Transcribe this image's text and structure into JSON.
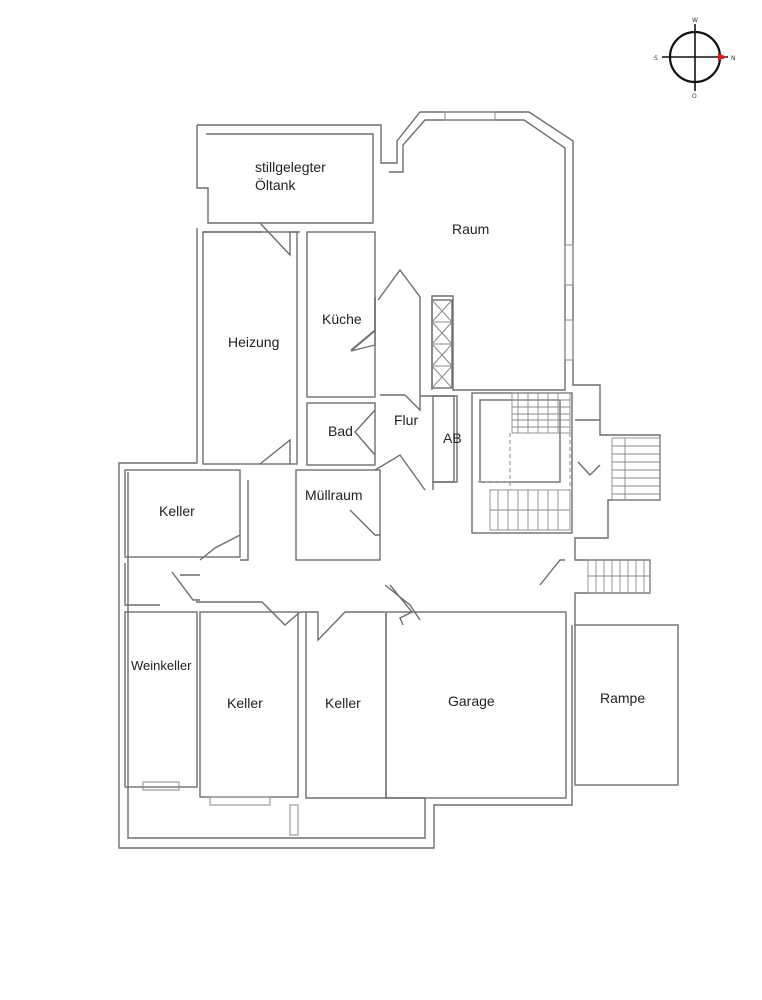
{
  "rooms": {
    "oeltank_line1": "stillgelegter",
    "oeltank_line2": "Öltank",
    "raum": "Raum",
    "kueche": "Küche",
    "heizung": "Heizung",
    "bad": "Bad",
    "flur": "Flur",
    "ab": "AB",
    "keller_1": "Keller",
    "muellraum": "Müllraum",
    "weinkeller": "Weinkeller",
    "keller_2": "Keller",
    "keller_3": "Keller",
    "garage": "Garage",
    "rampe": "Rampe"
  },
  "compass": {
    "top": "W",
    "left": "S",
    "right": "N",
    "bottom": "O"
  },
  "colors": {
    "wall": "#6e6e6e",
    "compass_arrow": "#cc2222"
  }
}
